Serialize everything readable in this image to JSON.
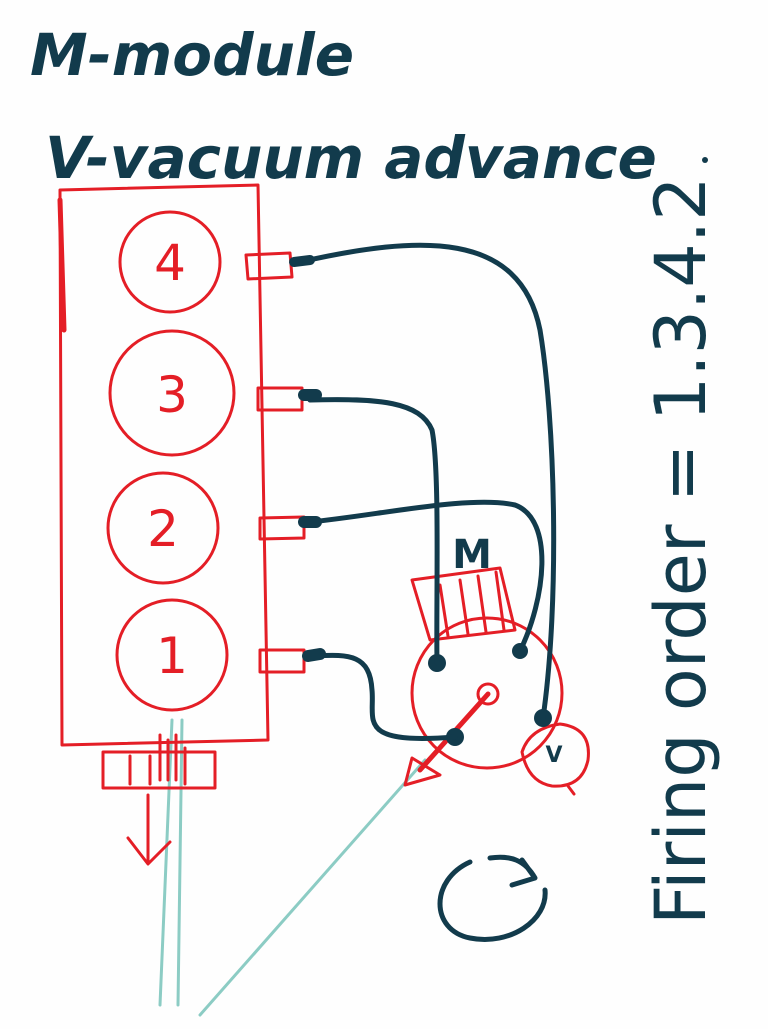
{
  "legend": {
    "module_line": "M-module",
    "vacuum_line": "V-vacuum advance"
  },
  "engine": {
    "cylinders": [
      {
        "label": "4"
      },
      {
        "label": "3"
      },
      {
        "label": "2"
      },
      {
        "label": "1"
      }
    ]
  },
  "distributor": {
    "module_label": "M",
    "vacuum_label": "V"
  },
  "firing_order": {
    "text": "Firing order = 1.3.4.2"
  },
  "colors": {
    "ink": "#123b4c",
    "engine": "#e41e26",
    "guide": "#8cccc4"
  }
}
